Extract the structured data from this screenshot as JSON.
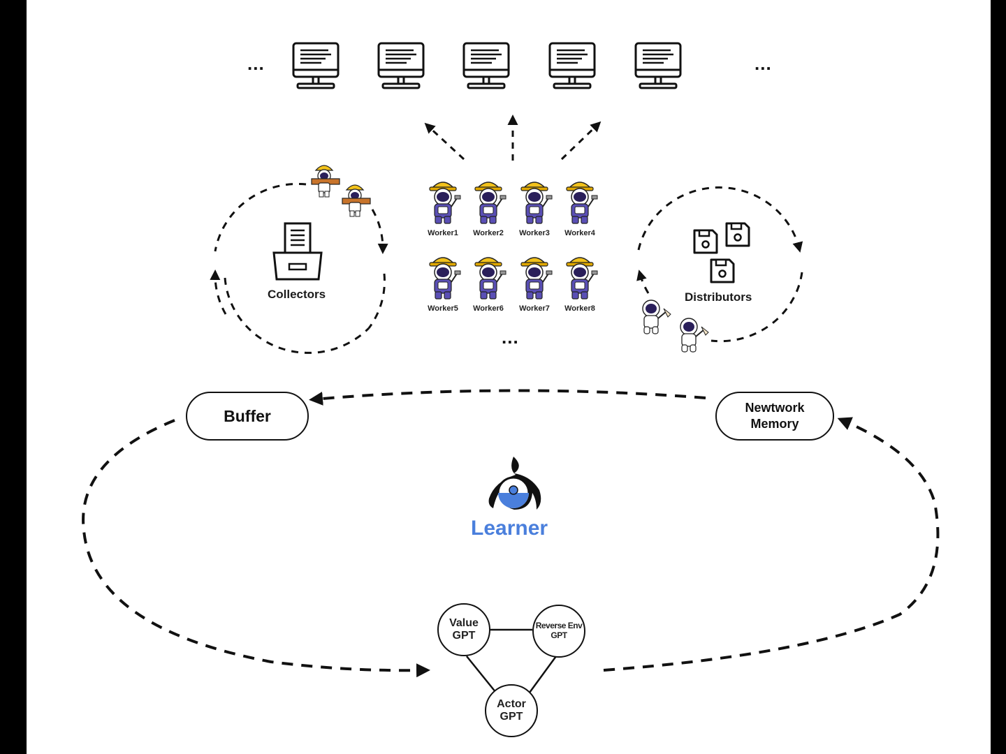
{
  "diagram": {
    "top_dots_left": "...",
    "top_dots_right": "...",
    "workers_more": "...",
    "workers": [
      "Worker1",
      "Worker2",
      "Worker3",
      "Worker4",
      "Worker5",
      "Worker6",
      "Worker7",
      "Worker8"
    ],
    "collectors_label": "Collectors",
    "distributors_label": "Distributors",
    "buffer_label": "Buffer",
    "network_memory_line1": "Newtwork",
    "network_memory_line2": "Memory",
    "learner_label": "Learner",
    "value_gpt_line1": "Value",
    "value_gpt_line2": "GPT",
    "reverse_env_line1": "Reverse Env",
    "reverse_env_line2": "GPT",
    "actor_gpt_line1": "Actor",
    "actor_gpt_line2": "GPT"
  },
  "colors": {
    "learner": "#4a7fdc",
    "line": "#111111",
    "helmet": "#f2c21b",
    "suit": "#5a4fb5"
  },
  "icons": [
    "monitor-icon",
    "file-tray-icon",
    "floppy-disk-icon",
    "worker-astronaut-icon",
    "astronaut-icon",
    "learner-logo-icon"
  ]
}
